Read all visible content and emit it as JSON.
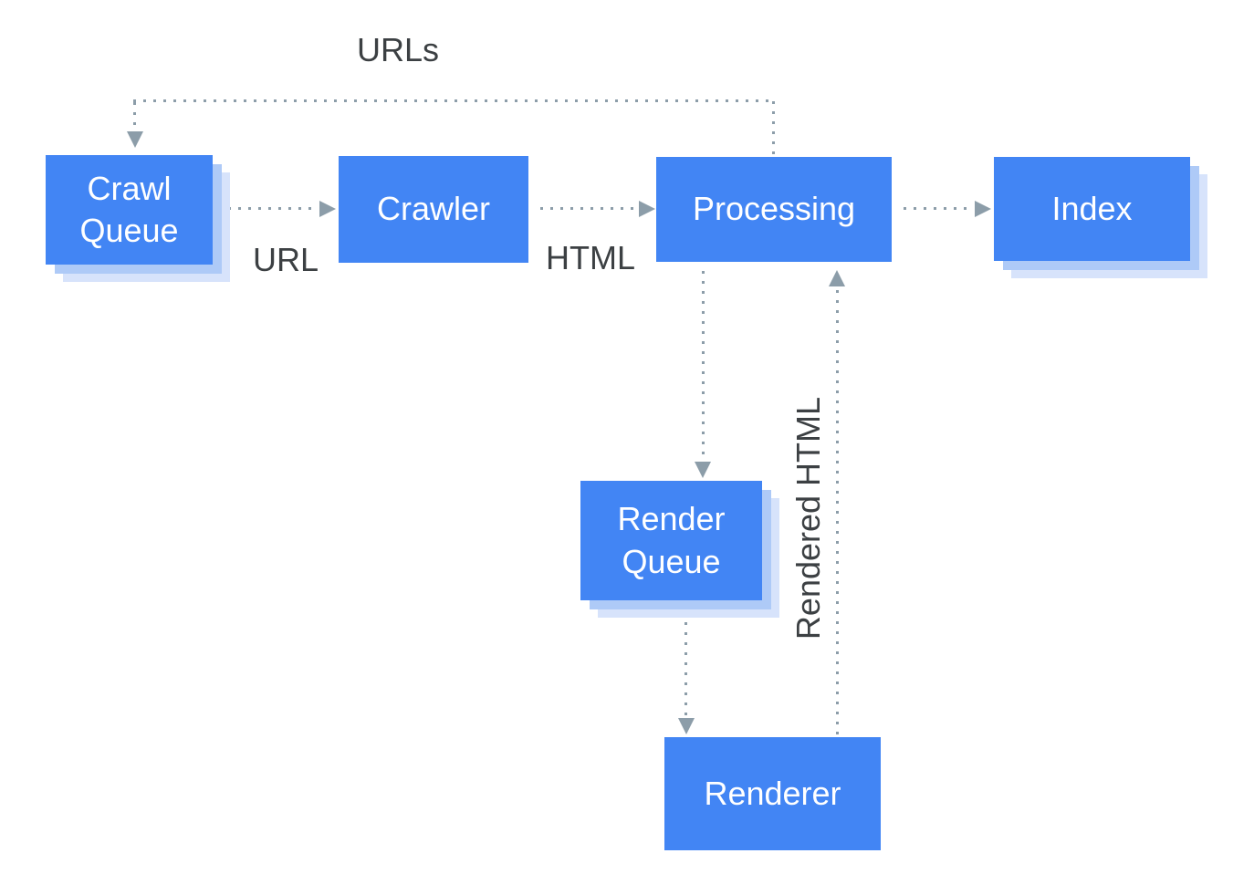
{
  "nodes": [
    {
      "id": "crawl-queue",
      "label": "Crawl Queue"
    },
    {
      "id": "crawler",
      "label": "Crawler"
    },
    {
      "id": "processing",
      "label": "Processing"
    },
    {
      "id": "index",
      "label": "Index"
    },
    {
      "id": "render-queue",
      "label": "Render Queue"
    },
    {
      "id": "renderer",
      "label": "Renderer"
    }
  ],
  "edge_labels": {
    "urls": "URLs",
    "url": "URL",
    "html": "HTML",
    "rendered_html": "Rendered HTML"
  },
  "edges": [
    {
      "from": "processing",
      "to": "crawl-queue",
      "label": "URLs",
      "style": "dotted"
    },
    {
      "from": "crawl-queue",
      "to": "crawler",
      "label": "URL",
      "style": "dotted"
    },
    {
      "from": "crawler",
      "to": "processing",
      "label": "HTML",
      "style": "dotted"
    },
    {
      "from": "processing",
      "to": "index",
      "style": "dotted"
    },
    {
      "from": "processing",
      "to": "render-queue",
      "style": "dotted"
    },
    {
      "from": "render-queue",
      "to": "renderer",
      "style": "dotted"
    },
    {
      "from": "renderer",
      "to": "processing",
      "label": "Rendered HTML",
      "style": "dotted"
    }
  ],
  "colors": {
    "node_fill": "#4285f4",
    "node_text": "#ffffff",
    "shadow1": "#aecaf7",
    "shadow2": "#d7e3fb",
    "connector": "#8c9da9",
    "label_text": "#3c4043",
    "background": "#ffffff"
  }
}
